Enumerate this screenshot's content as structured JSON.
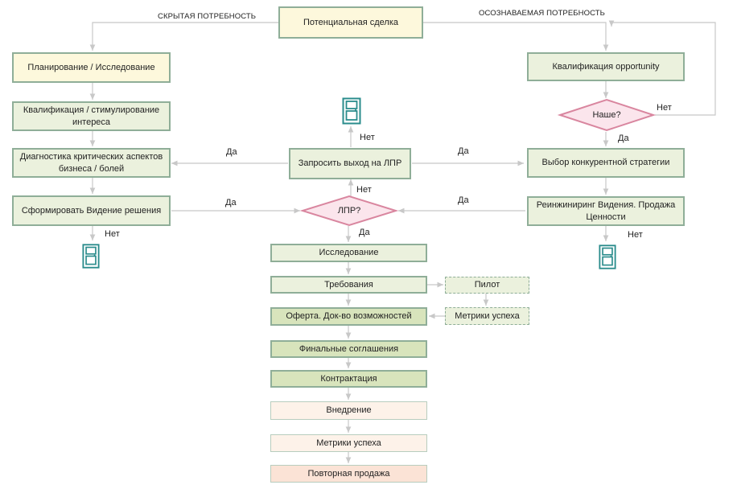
{
  "nodes": {
    "potential_deal": "Потенциальная сделка",
    "planning": "Планирование / Исследование",
    "qualification_stimulation": "Квалификация / стимулирование интереса",
    "diagnostics": "Диагностика критических аспектов бизнеса / болей",
    "form_vision": "Сформировать Видение решения",
    "request_dm": "Запросить выход на ЛПР",
    "dm_decision": "ЛПР?",
    "qualification_opportunity": "Квалификация opportunity",
    "ours_decision": "Наше?",
    "competitive_strategy": "Выбор конкурентной стратегии",
    "reengineering": "Реинжиниринг Видения. Продажа Ценности",
    "research": "Исследование",
    "requirements": "Требования",
    "pilot": "Пилот",
    "offer": "Оферта. Док-во возможностей",
    "success_metrics_side": "Метрики успеха",
    "final_agreements": "Финальные соглашения",
    "contracting": "Контрактация",
    "implementation": "Внедрение",
    "success_metrics": "Метрики успеха",
    "repeat_sale": "Повторная продажа"
  },
  "edge_labels": {
    "hidden_need": "СКРЫТАЯ ПОТРЕБНОСТЬ",
    "conscious_need": "ОСОЗНАВАЕМАЯ ПОТРЕБНОСТЬ",
    "yes_diagnostics": "Да",
    "yes_form_vision": "Да",
    "yes_competitive": "Да",
    "yes_reengineering": "Да",
    "yes_ours": "Да",
    "yes_dm": "Да",
    "no_ours": "Нет",
    "no_request": "Нет",
    "no_dm": "Нет",
    "no_left": "Нет",
    "no_right": "Нет"
  },
  "icons": [
    "exit-door-icon",
    "exit-door-icon",
    "exit-door-icon"
  ],
  "colors": {
    "green_fill": "#ebf1dd",
    "green_dark_fill": "#d8e4bc",
    "yellow_fill": "#fdf8dc",
    "peach_fill": "#fdf2e9",
    "salmon_fill": "#fbe3d6",
    "box_border": "#8fae98",
    "diamond_border": "#d9869f",
    "diamond_fill": "#fbe5ec",
    "arrow": "#c8c8c8",
    "door": "#2a8c8c"
  }
}
